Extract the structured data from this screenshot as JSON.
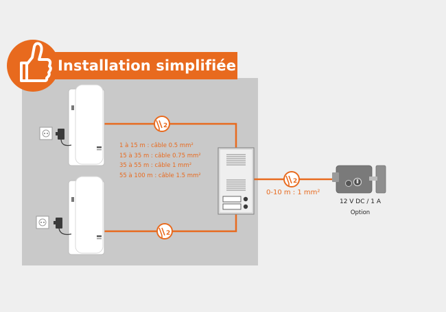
{
  "title": "Installation simplifiée",
  "cable_specs": [
    "1 à 15 m : câble 0.5 mm²",
    "15 à 35 m : câble 0.75 mm²",
    "35 à 55 m : câble 1 mm²",
    "55 à 100 m : câble 1.5 mm²"
  ],
  "lock_distance": "0-10 m : 1 mm²",
  "lock_power": "12 V DC / 1 A",
  "lock_option": "Option",
  "wire_count": "2",
  "colors": {
    "accent": "#e86a1e",
    "panel": "#c9c9c9",
    "background": "#efefef"
  },
  "icons": [
    "thumbs-up-icon",
    "power-adapter-icon",
    "wall-socket-icon",
    "twisted-pair-icon",
    "electric-lock-icon"
  ]
}
